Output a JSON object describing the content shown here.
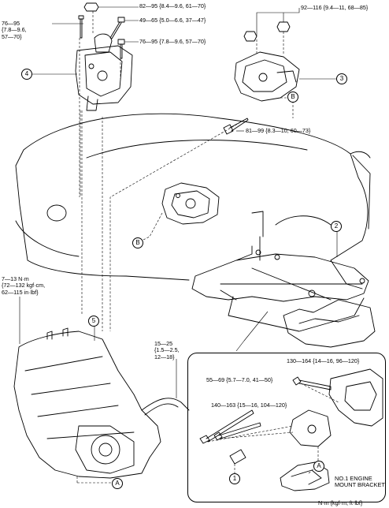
{
  "torques": {
    "t_82_95": "82—95 {8.4—9.6, 61—70}",
    "t_76_95_left": "76—95\n{7.8—9.6,\n57—70}",
    "t_49_65": "49—65 {5.0—6.6, 37—47}",
    "t_76_95_right": "76—95 {7.8—9.6, 57—70}",
    "t_92_116": "92—116 {9.4—11, 68—85}",
    "t_81_99": "81—99 {8.3—10, 60—73}",
    "t_7_13": "7—13 N·m\n{72—132 kgf·cm,\n62—115 in·lbf}",
    "t_15_25": "15—25\n{1.5—2.5,\n12—18}",
    "t_130_164": "130—164 {14—16, 96—120}",
    "t_55_69": "55—69 {5.7—7.0, 41—50}",
    "t_140_163": "140—163 {15—16, 104—120}"
  },
  "callouts": {
    "c1": "1",
    "c2": "2",
    "c3": "3",
    "c4": "4",
    "c5": "5",
    "ref_a": "A",
    "ref_b": "B"
  },
  "labels": {
    "bracket": "NO.1 ENGINE\nMOUNT BRACKET",
    "units": "N·m {kgf·m, ft·lbf}"
  }
}
